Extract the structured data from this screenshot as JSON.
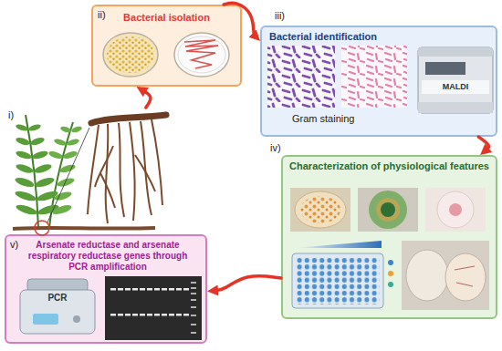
{
  "diagram": {
    "nodes": [
      {
        "text": [
          "i)"
        ]
      },
      {
        "text": [
          "ii)",
          "Bacterial isolation"
        ]
      },
      {
        "text": [
          "iii)",
          "Bacterial identification",
          "Gram staining",
          "MALDI"
        ]
      },
      {
        "text": [
          "iv)",
          "Characterization of physiological features"
        ]
      },
      {
        "text": [
          "v)",
          "Arsenate reductase and arsenate respiratory reductase genes through PCR amplification",
          "PCR"
        ]
      }
    ],
    "edges": [
      {
        "from": 0,
        "to": 1,
        "arrow": "to"
      },
      {
        "from": 1,
        "to": 2,
        "arrow": "to"
      },
      {
        "from": 2,
        "to": 3,
        "arrow": "to"
      },
      {
        "from": 3,
        "to": 4,
        "arrow": "to"
      }
    ]
  }
}
